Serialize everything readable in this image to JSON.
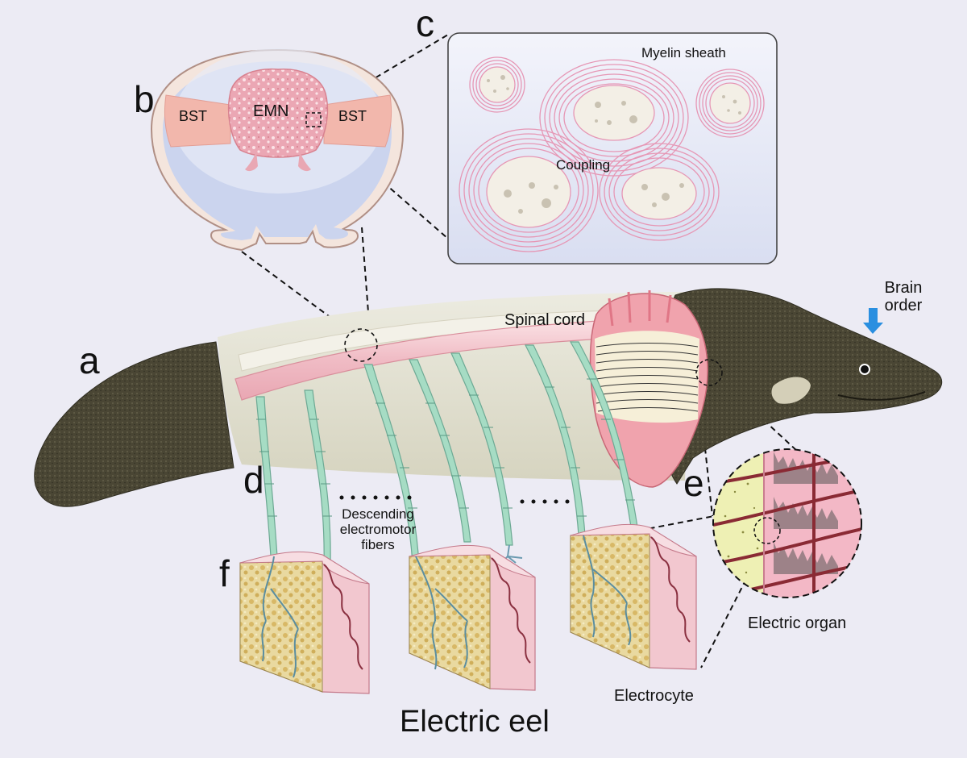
{
  "figure": {
    "title": "Electric eel",
    "panels": [
      "a",
      "b",
      "c",
      "d",
      "e",
      "f"
    ],
    "labels": {
      "bst_left": "BST",
      "bst_right": "BST",
      "emn": "EMN",
      "myelin_sheath": "Myelin sheath",
      "coupling": "Coupling",
      "spinal_cord": "Spinal cord",
      "brain_order": "Brain order",
      "descending_fibers": "Descending electromotor fibers",
      "electric_organ": "Electric organ",
      "electrocyte": "Electrocyte"
    },
    "colors": {
      "background": "#ecebf4",
      "eel_skin": "#4a4634",
      "eel_body": "#e4e2cf",
      "spinal_cord": "#f1c4cc",
      "nerve_fiber": "#a6dcc4",
      "myelin": "#e48fb0",
      "electrocyte_tissue": "#f0e3a0",
      "arrow": "#2a8fe0"
    }
  }
}
